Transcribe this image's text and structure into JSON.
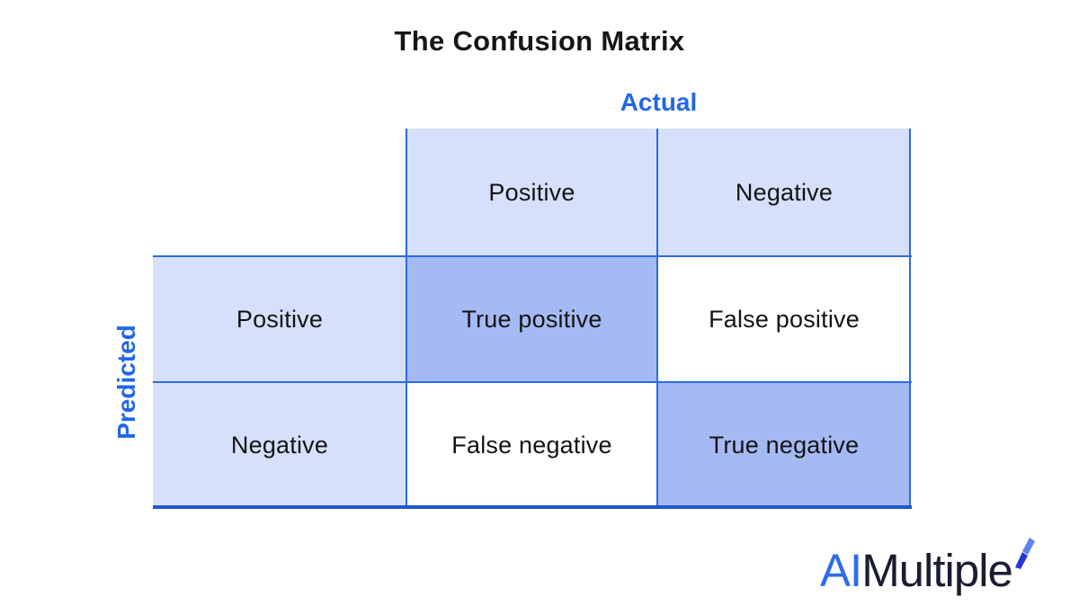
{
  "title": "The Confusion Matrix",
  "axes": {
    "actual": "Actual",
    "predicted": "Predicted"
  },
  "matrix": {
    "col_headers": [
      "Positive",
      "Negative"
    ],
    "row_headers": [
      "Positive",
      "Negative"
    ],
    "cells": [
      [
        "True positive",
        "False positive"
      ],
      [
        "False negative",
        "True negative"
      ]
    ]
  },
  "logo": {
    "ai": "AI",
    "rest": "Multiple"
  },
  "colors": {
    "cell_light": "#d6e0fb",
    "cell_dark": "#a5b9f2",
    "grid_line": "#2b6be6",
    "grid_line_bottom": "#2257cc",
    "label_blue": "#2366e8",
    "text_dark": "#141414",
    "logo_blue": "#2f6af0",
    "logo_dark": "#1b1d30"
  }
}
